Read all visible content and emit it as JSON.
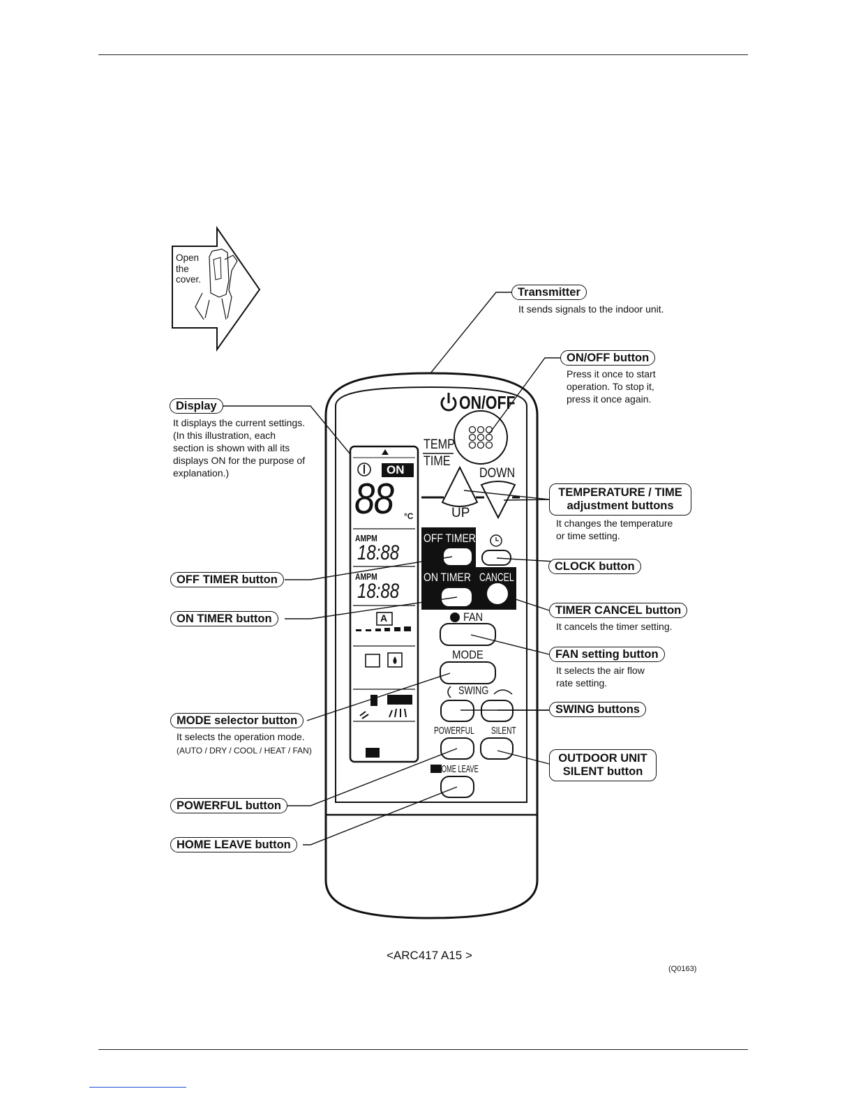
{
  "cover_hint": {
    "text": "Open\nthe\ncover."
  },
  "remote": {
    "onoff_label": "ON/OFF",
    "temp_label": "TEMP",
    "time_label": "TIME",
    "up_label": "UP",
    "down_label": "DOWN",
    "off_timer_label": "OFF TIMER",
    "on_timer_label": "ON TIMER",
    "cancel_label": "CANCEL",
    "fan_label": "FAN",
    "mode_label": "MODE",
    "swing_label": "SWING",
    "powerful_label": "POWERFUL",
    "silent_label": "SILENT",
    "home_leave_label": "HOME LEAVE",
    "display": {
      "on_badge": "ON",
      "temp_digits": "88",
      "celsius": "°C",
      "ampm_1": "AMPM",
      "time_1": "18:88",
      "ampm_2": "AMPM",
      "time_2": "18:88",
      "auto_icon": "A"
    }
  },
  "callouts": {
    "transmitter": {
      "title": "Transmitter",
      "desc": "It sends signals to the indoor unit."
    },
    "onoff": {
      "title": "ON/OFF button",
      "desc": "Press it once to start\noperation. To stop it,\npress it once again."
    },
    "display": {
      "title": "Display",
      "desc": "It displays the current settings.\n(In this illustration, each\nsection is shown with all its\ndisplays ON for the purpose of\nexplanation.)"
    },
    "temp_time": {
      "title_line1": "TEMPERATURE / TIME",
      "title_line2": "adjustment buttons",
      "desc": "It changes the temperature\nor time setting."
    },
    "clock": {
      "title": "CLOCK button"
    },
    "off_timer": {
      "title": "OFF TIMER button"
    },
    "on_timer": {
      "title": "ON TIMER button"
    },
    "timer_cancel": {
      "title": "TIMER CANCEL button",
      "desc": "It cancels the timer setting."
    },
    "fan": {
      "title": "FAN setting button",
      "desc": "It selects the air flow\nrate setting."
    },
    "mode": {
      "title": "MODE selector button",
      "desc": "It selects the operation mode.",
      "desc_small": "(AUTO / DRY / COOL / HEAT /  FAN)"
    },
    "swing": {
      "title": "SWING buttons"
    },
    "outdoor_silent": {
      "title_line1": "OUTDOOR UNIT",
      "title_line2": "SILENT button"
    },
    "powerful": {
      "title": "POWERFUL button"
    },
    "home_leave": {
      "title": "HOME LEAVE button"
    }
  },
  "model_caption": "<ARC417 A15 >",
  "figure_code": "(Q0163)"
}
